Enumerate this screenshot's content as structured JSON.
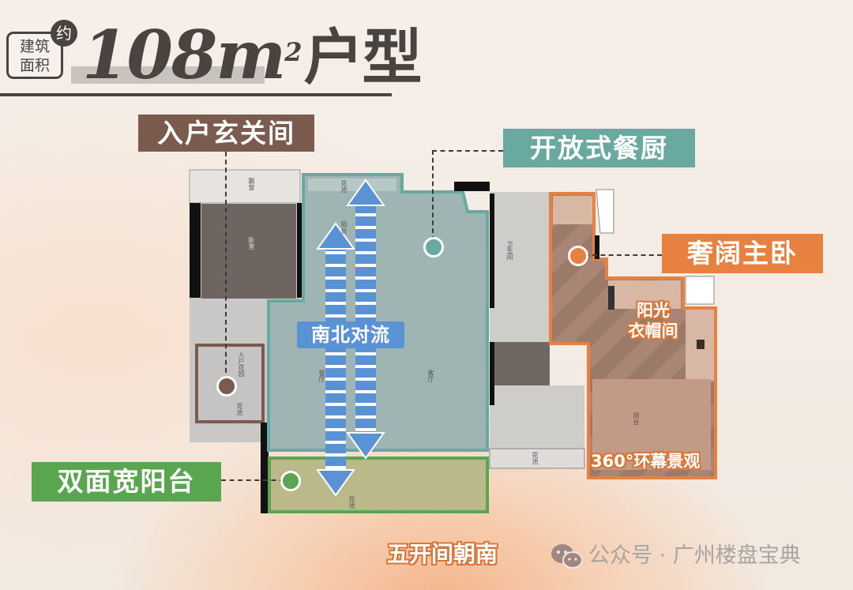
{
  "header": {
    "badge_text": "建筑面积",
    "badge_line1": "建筑",
    "badge_line2": "面积",
    "approx": "约",
    "area_number": "108m",
    "area_superscript": "2",
    "layout_suffix": "户型"
  },
  "callouts": {
    "entrance": {
      "label": "入户玄关间",
      "color": "#7a5b4d"
    },
    "kitchen": {
      "label": "开放式餐厨",
      "color": "#6aa9a2"
    },
    "master": {
      "label": "奢阔主卧",
      "color": "#e8803f"
    },
    "balcony": {
      "label": "双面宽阳台",
      "color": "#5aa550"
    },
    "airflow": {
      "label": "南北对流",
      "color": "#5a92d6"
    },
    "closet": {
      "line1": "阳光",
      "line2": "衣帽间"
    },
    "view": {
      "label": "360°环幕景观"
    },
    "south": {
      "label": "五开间朝南"
    }
  },
  "rooms": {
    "bay_window": "飘窗",
    "bedroom": "卧室",
    "entry_garden": "入户花园",
    "planter": "花池",
    "balcony": "阳台",
    "dining": "餐厅",
    "living": "客厅",
    "bathroom": "卫生间",
    "master_balcony": "阳台"
  },
  "footer": {
    "wechat_icon": "wechat-icon",
    "source": "公众号 · 广州楼盘宝典"
  }
}
